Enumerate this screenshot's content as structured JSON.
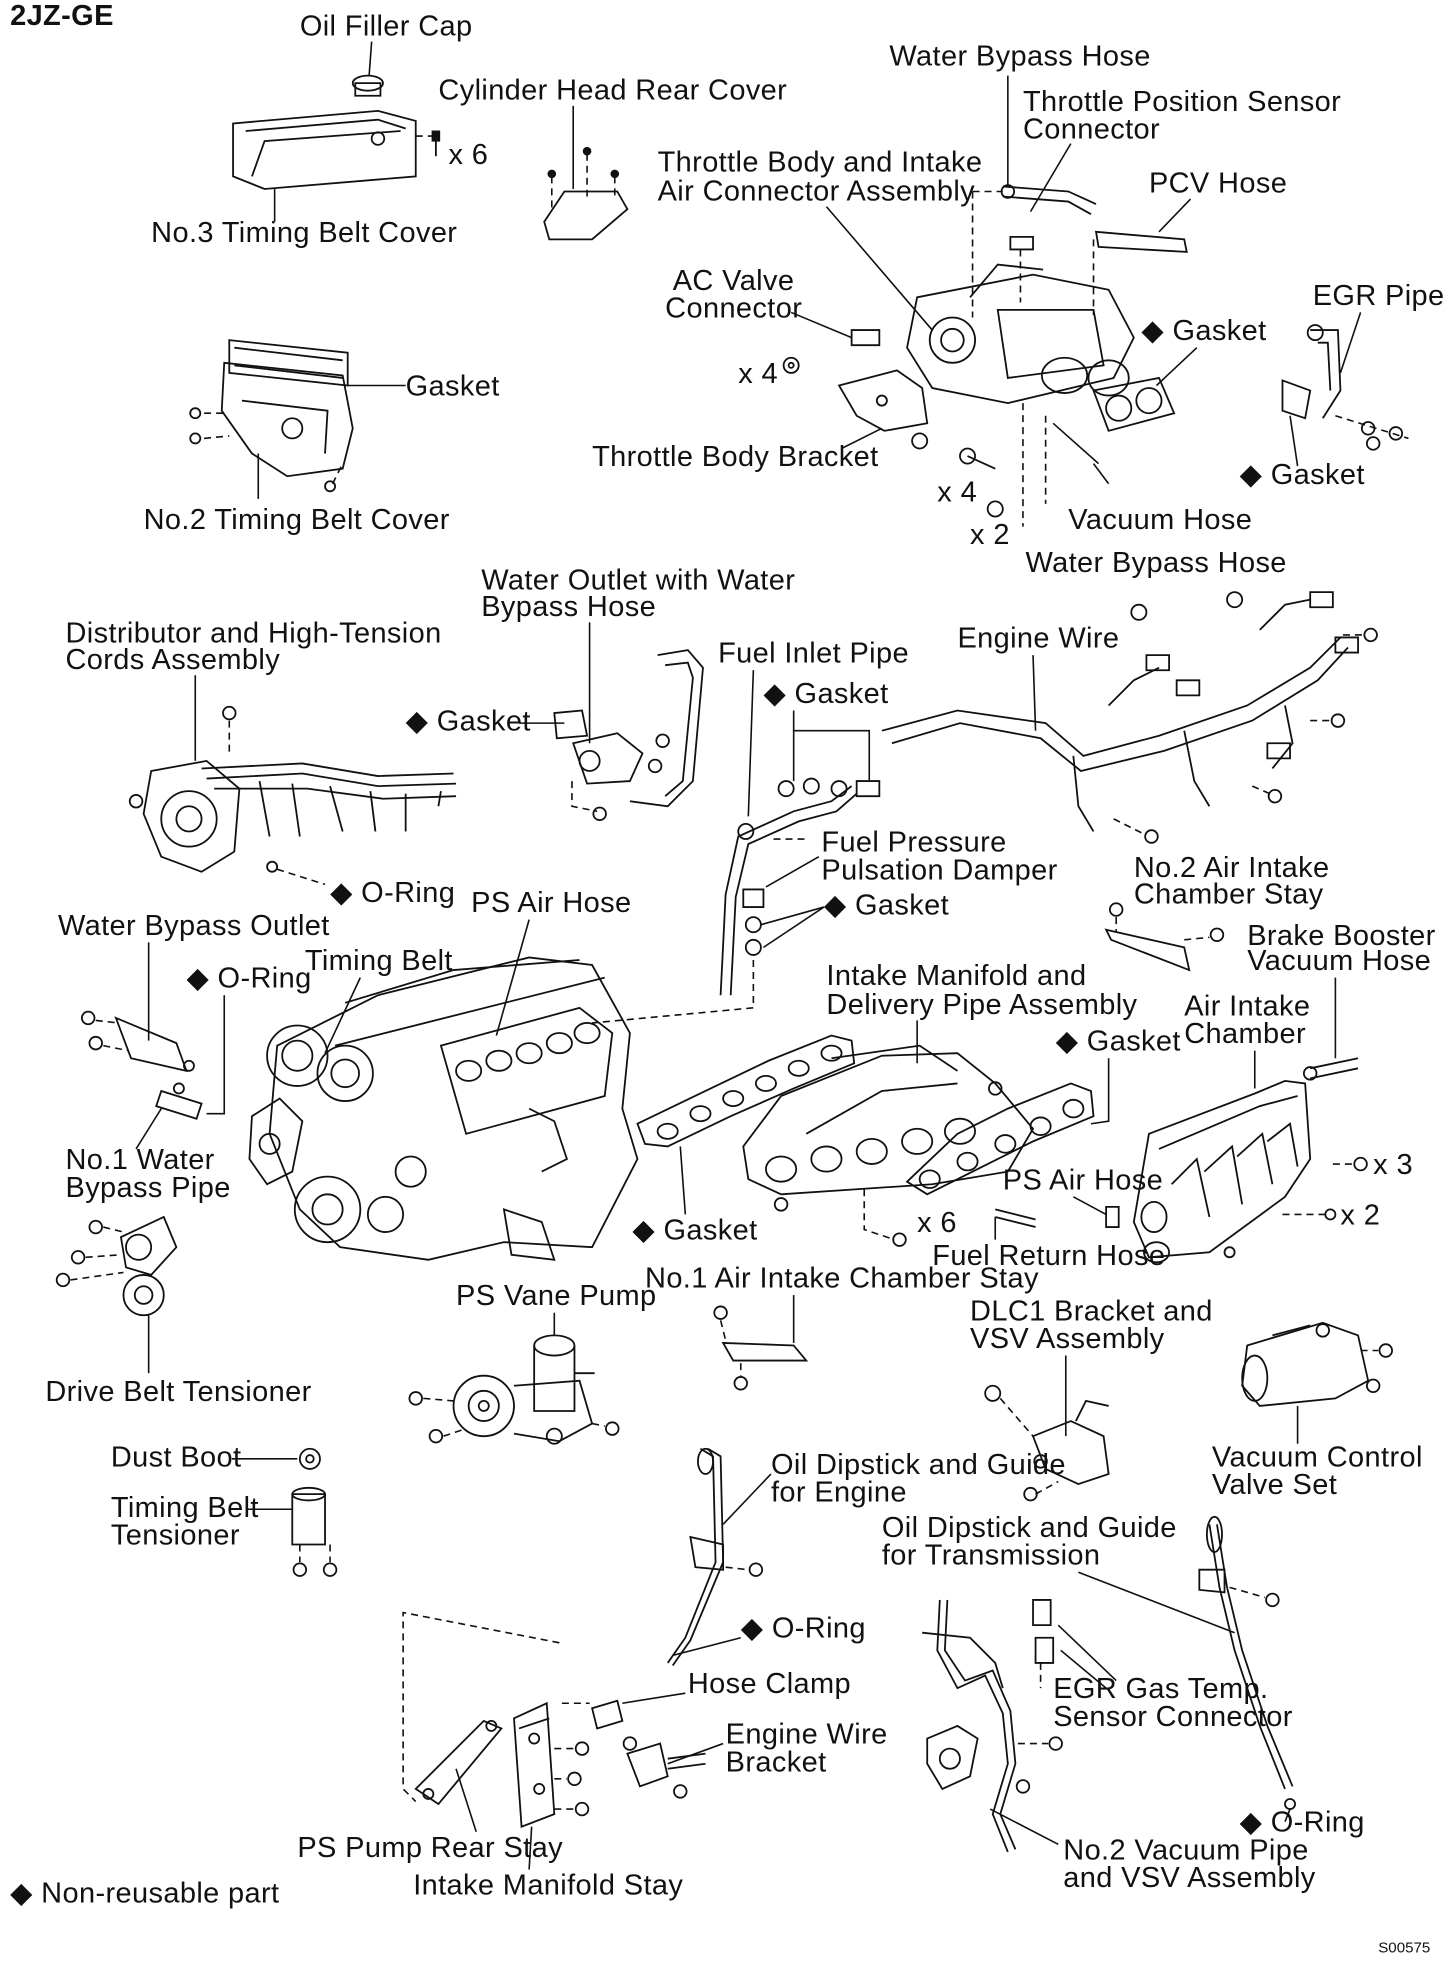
{
  "engine_code": "2JZ-GE",
  "figure_code": "S00575",
  "legend": {
    "symbol": "◆",
    "text": "Non-reusable part"
  },
  "labels": {
    "oil_filler_cap": "Oil Filler Cap",
    "cylinder_head_rear_cover": "Cylinder Head Rear Cover",
    "water_bypass_hose_top": "Water Bypass Hose",
    "tps_connector_1": "Throttle Position Sensor",
    "tps_connector_2": "Connector",
    "throttle_body_1": "Throttle Body and Intake",
    "throttle_body_2": "Air Connector Assembly",
    "pcv_hose": "PCV Hose",
    "egr_pipe": "EGR Pipe",
    "ac_valve_connector_1": "AC Valve",
    "ac_valve_connector_2": "Connector",
    "gasket_throttle": "Gasket",
    "gasket_timing": "Gasket",
    "gasket_egr": "Gasket",
    "no3_timing_belt_cover": "No.3 Timing Belt Cover",
    "no2_timing_belt_cover": "No.2 Timing Belt Cover",
    "throttle_body_bracket": "Throttle Body Bracket",
    "vacuum_hose": "Vacuum Hose",
    "water_bypass_hose_mid": "Water Bypass Hose",
    "qty_x6_top": "x 6",
    "qty_x4_a": "x 4",
    "qty_x4_b": "x 4",
    "qty_x2_a": "x 2",
    "water_outlet_1": "Water Outlet with Water",
    "water_outlet_2": "Bypass Hose",
    "distributor_1": "Distributor and High-Tension",
    "distributor_2": "Cords Assembly",
    "fuel_inlet_pipe": "Fuel Inlet Pipe",
    "engine_wire": "Engine Wire",
    "gasket_water_outlet": "Gasket",
    "gasket_fuel_inlet": "Gasket",
    "fuel_pressure_1": "Fuel Pressure",
    "fuel_pressure_2": "Pulsation Damper",
    "no2_air_intake_stay_1": "No.2 Air Intake",
    "no2_air_intake_stay_2": "Chamber Stay",
    "o_ring_distributor": "O-Ring",
    "ps_air_hose_top": "PS Air Hose",
    "gasket_damper": "Gasket",
    "water_bypass_outlet": "Water Bypass Outlet",
    "timing_belt": "Timing Belt",
    "o_ring_bypass": "O-Ring",
    "brake_booster_1": "Brake Booster",
    "brake_booster_2": "Vacuum Hose",
    "intake_manifold_1": "Intake Manifold and",
    "intake_manifold_2": "Delivery Pipe Assembly",
    "air_intake_chamber_1": "Air Intake",
    "air_intake_chamber_2": "Chamber",
    "gasket_manifold": "Gasket",
    "no1_water_bypass_1": "No.1 Water",
    "no1_water_bypass_2": "Bypass Pipe",
    "ps_air_hose_mid": "PS Air Hose",
    "qty_x3": "x 3",
    "qty_x2_b": "x 2",
    "qty_x6_mid": "x 6",
    "gasket_head": "Gasket",
    "fuel_return_hose": "Fuel Return Hose",
    "no1_air_intake_stay": "No.1 Air Intake Chamber Stay",
    "ps_vane_pump": "PS Vane Pump",
    "dlc1_1": "DLC1 Bracket and",
    "dlc1_2": "VSV Assembly",
    "drive_belt_tensioner": "Drive Belt Tensioner",
    "vacuum_control_1": "Vacuum Control",
    "vacuum_control_2": "Valve Set",
    "dust_boot": "Dust Boot",
    "oil_dipstick_engine_1": "Oil Dipstick and Guide",
    "oil_dipstick_engine_2": "for Engine",
    "timing_belt_tensioner_1": "Timing Belt",
    "timing_belt_tensioner_2": "Tensioner",
    "oil_dipstick_trans_1": "Oil Dipstick and Guide",
    "oil_dipstick_trans_2": "for Transmission",
    "o_ring_dipstick": "O-Ring",
    "hose_clamp": "Hose Clamp",
    "egr_sensor_1": "EGR Gas Temp.",
    "egr_sensor_2": "Sensor Connector",
    "engine_wire_bracket_1": "Engine Wire",
    "engine_wire_bracket_2": "Bracket",
    "o_ring_trans": "O-Ring",
    "ps_pump_rear_stay": "PS Pump Rear Stay",
    "no2_vacuum_pipe_1": "No.2 Vacuum Pipe",
    "no2_vacuum_pipe_2": "and VSV Assembly",
    "intake_manifold_stay": "Intake Manifold Stay"
  }
}
